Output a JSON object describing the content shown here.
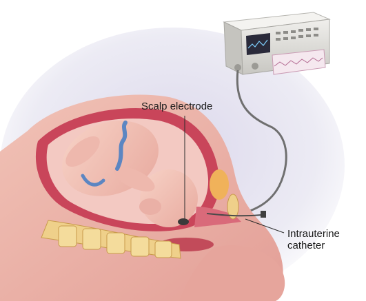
{
  "labels": {
    "scalp_electrode": "Scalp electrode",
    "intrauterine_line1": "Intrauterine",
    "intrauterine_line2": "catheter"
  },
  "colors": {
    "background_glow": "#e6e3f1",
    "monitor_body": "#dcdcd8",
    "monitor_screen": "#2a2a3a",
    "paper_trace": "#d9b3c9",
    "skin": "#eab4aa",
    "uterus_wall": "#c9455a",
    "bone": "#efd08a",
    "fetal_vessel": "#5c86c2",
    "cable": "#6f6f6f"
  }
}
